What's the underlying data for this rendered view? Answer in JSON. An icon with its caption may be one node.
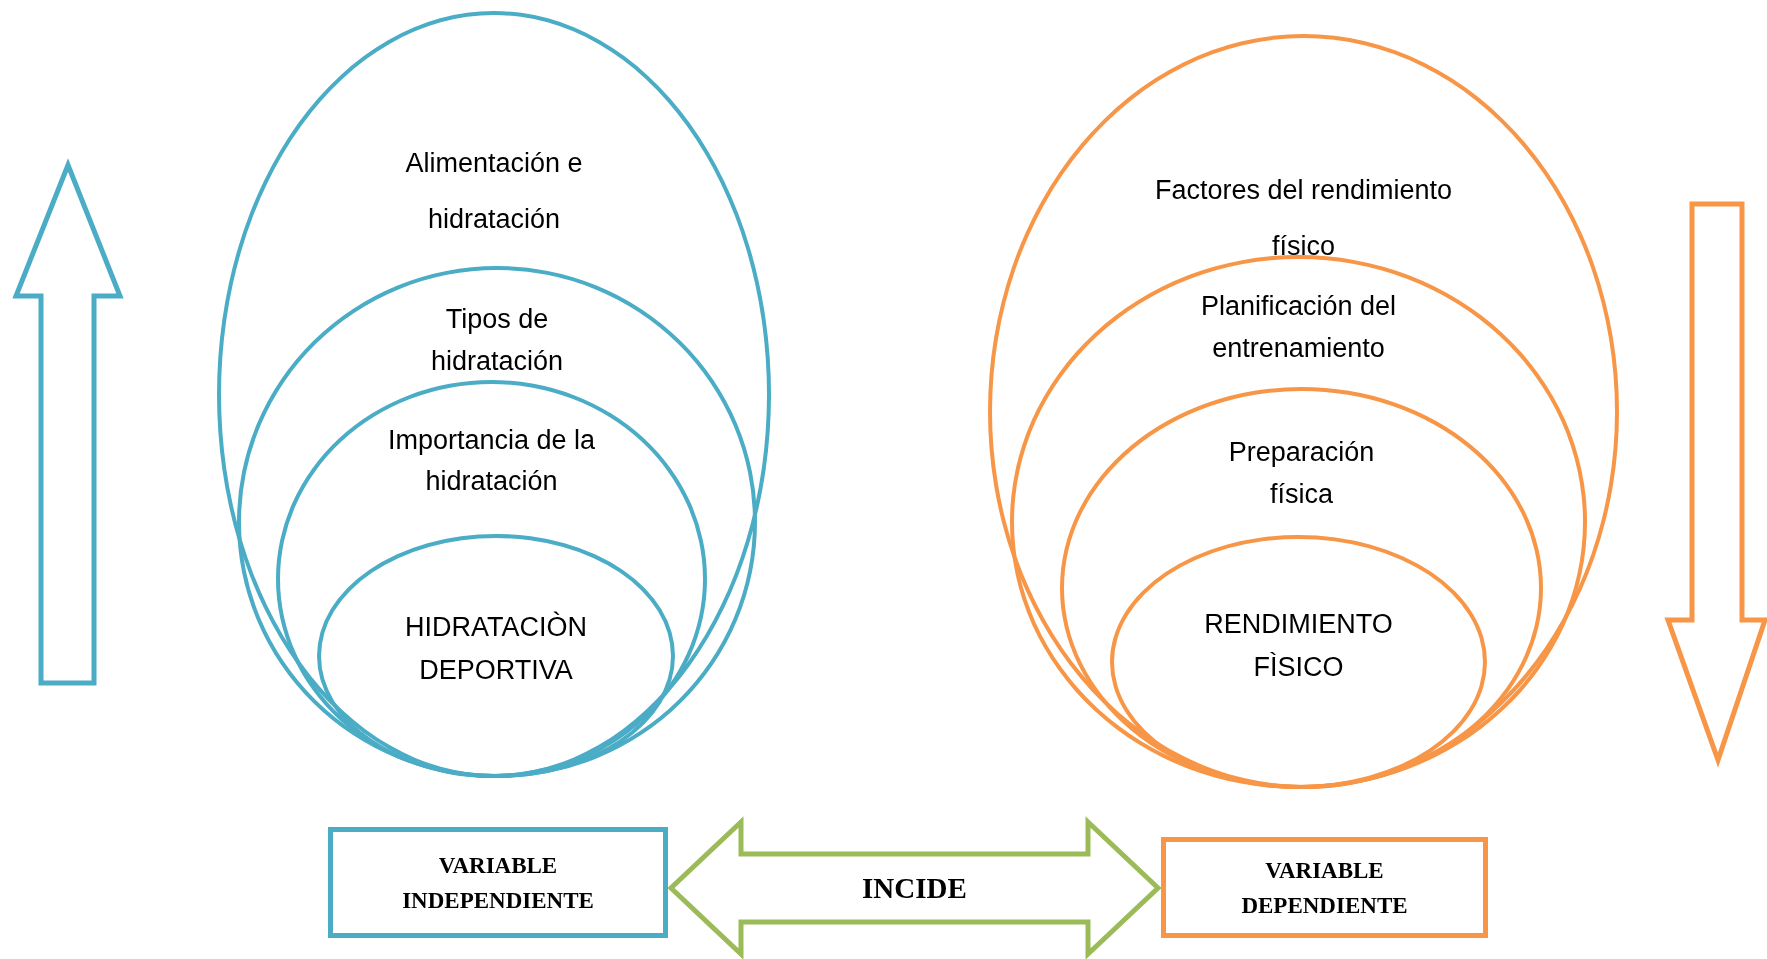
{
  "diagram": {
    "nodes": [
      {
        "text": [
          "Alimentación e hidratación"
        ]
      },
      {
        "text": [
          "Tipos de hidratación"
        ],
        "in": 0
      },
      {
        "text": [
          "Importancia de la hidratación"
        ],
        "in": 1
      },
      {
        "text": [
          "HIDRATACIÒN DEPORTIVA"
        ],
        "in": 2
      },
      {
        "text": [
          "Factores del rendimiento físico"
        ]
      },
      {
        "text": [
          "Planificación del entrenamiento"
        ],
        "in": 4
      },
      {
        "text": [
          "Preparación física"
        ],
        "in": 5
      },
      {
        "text": [
          "RENDIMIENTO FÌSICO"
        ],
        "in": 6
      },
      {
        "text": [
          "VARIABLE INDEPENDIENTE"
        ]
      },
      {
        "text": [
          "VARIABLE DEPENDIENTE"
        ]
      }
    ],
    "edges": [
      {
        "from": 8,
        "to": 9,
        "arrow": "both",
        "label": "INCIDE",
        "color": "#9bbb59"
      }
    ]
  }
}
